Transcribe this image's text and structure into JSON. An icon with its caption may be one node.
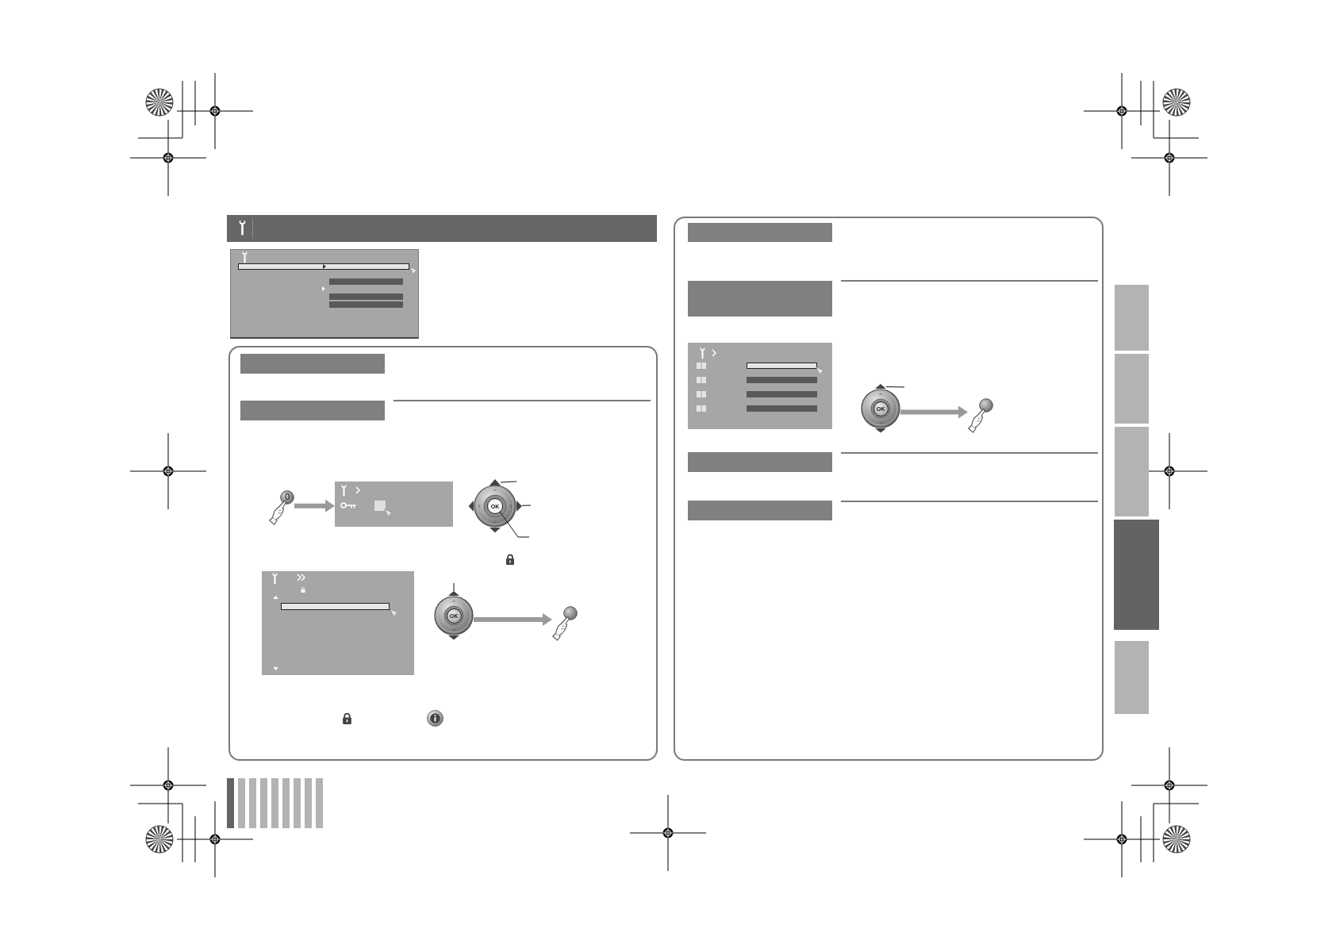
{
  "diagram": {
    "nodes": [
      {
        "text": [],
        "shape": "bar"
      },
      {
        "text": [],
        "shape": "bar"
      },
      {
        "text": [
          "0"
        ]
      },
      {
        "text": [],
        "shape": "picture"
      },
      {
        "text": [],
        "shape": "picture"
      },
      {
        "text": [],
        "shape": "triangle",
        "in": 4
      },
      {
        "text": [],
        "shape": "triangle",
        "in": 4
      },
      {
        "text": [
          "OK"
        ],
        "in": 4
      },
      {
        "text": [],
        "shape": "picture"
      },
      {
        "text": [],
        "shape": "triangle",
        "in": 8
      },
      {
        "text": [
          "OK"
        ],
        "in": 8
      },
      {
        "text": [],
        "shape": "picture"
      },
      {
        "text": [],
        "shape": "bar"
      },
      {
        "text": [],
        "shape": "bar"
      },
      {
        "text": [],
        "shape": "picture"
      },
      {
        "text": [],
        "shape": "triangle",
        "in": 14
      },
      {
        "text": [
          "OK"
        ],
        "in": 14
      },
      {
        "text": [],
        "shape": "picture"
      },
      {
        "text": [],
        "shape": "bar"
      },
      {
        "text": [],
        "shape": "bar"
      },
      {
        "text": [],
        "shape": "bar"
      },
      {
        "text": [],
        "shape": "bar"
      },
      {
        "text": [],
        "shape": "bar"
      },
      {
        "text": [],
        "shape": "bar"
      },
      {
        "text": [],
        "shape": "bar"
      }
    ],
    "edges": [
      {
        "from": 2,
        "to": 3,
        "arrow": "to",
        "style": "thick",
        "color": "#9a9a9a"
      },
      {
        "from": null,
        "to": 5,
        "arrow": "none"
      },
      {
        "from": null,
        "to": 6,
        "arrow": "none"
      },
      {
        "from": null,
        "to": 7,
        "arrow": "none"
      },
      {
        "from": null,
        "to": 9,
        "arrow": "none"
      },
      {
        "from": 8,
        "to": 11,
        "arrow": "to",
        "style": "thick",
        "color": "#9a9a9a"
      },
      {
        "from": null,
        "to": 15,
        "arrow": "none"
      },
      {
        "from": 14,
        "to": 17,
        "arrow": "to",
        "style": "thick",
        "color": "#9a9a9a"
      }
    ]
  }
}
